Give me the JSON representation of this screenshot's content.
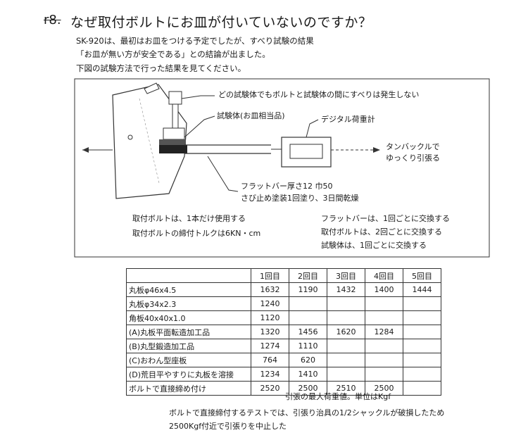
{
  "question": {
    "number": "r8.",
    "title": "なぜ取付ボルトにお皿が付いていないのですか？"
  },
  "intro": [
    "SK-920は、最初はお皿をつける予定でしたが、すべり試験の結果",
    "「お皿が無い方が安全である」との結論が出ました。",
    "下図の試験方法で行った結果を見てください。"
  ],
  "diagram": {
    "label_no_slip": "どの試験体でもボルトと試験体の間にすべりは発生しない",
    "label_specimen": "試験体(お皿相当品)",
    "label_gauge": "デジタル荷重計",
    "label_turnbuckle_1": "タンバックルで",
    "label_turnbuckle_2": "ゆっくり引張る",
    "label_flatbar_1": "フラットバー厚さ12 巾50",
    "label_flatbar_2": "さび止め塗装1回塗り、3日間乾燥",
    "left_note_1": "取付ボルトは、1本だけ使用する",
    "left_note_2": "取付ボルトの締付トルクは6KN・cm",
    "right_note_1": "フラットバーは、1回ごとに交換する",
    "right_note_2": "取付ボルトは、2回ごとに交換する",
    "right_note_3": "試験体は、1回ごとに交換する"
  },
  "table": {
    "headers": [
      "1回目",
      "2回目",
      "3回目",
      "4回目",
      "5回目"
    ],
    "rows": [
      {
        "label": "丸板φ46x4.5",
        "values": [
          "1632",
          "1190",
          "1432",
          "1400",
          "1444"
        ]
      },
      {
        "label": "丸板φ34x2.3",
        "values": [
          "1240",
          "",
          "",
          "",
          ""
        ]
      },
      {
        "label": "角板40x40x1.0",
        "values": [
          "1120",
          "",
          "",
          "",
          ""
        ]
      },
      {
        "label": "(A)丸板平面転造加工品",
        "values": [
          "1320",
          "1456",
          "1620",
          "1284",
          ""
        ]
      },
      {
        "label": "(B)丸型鍛造加工品",
        "values": [
          "1274",
          "1110",
          "",
          "",
          ""
        ]
      },
      {
        "label": "(C)おわん型座板",
        "values": [
          "764",
          "620",
          "",
          "",
          ""
        ]
      },
      {
        "label": "(D)荒目平やすりに丸板を溶接",
        "values": [
          "1234",
          "1410",
          "",
          "",
          ""
        ]
      },
      {
        "label": "ボルトで直接締め付け",
        "values": [
          "2520",
          "2500",
          "2510",
          "2500",
          ""
        ]
      }
    ]
  },
  "notes": {
    "unit": "引張の最大荷重値。単位はKgf",
    "footer_1": "ボルトで直接締付するテストでは、引張り治具の1/2シャックルが破損したため",
    "footer_2": "2500Kgf付近で引張りを中止した"
  }
}
